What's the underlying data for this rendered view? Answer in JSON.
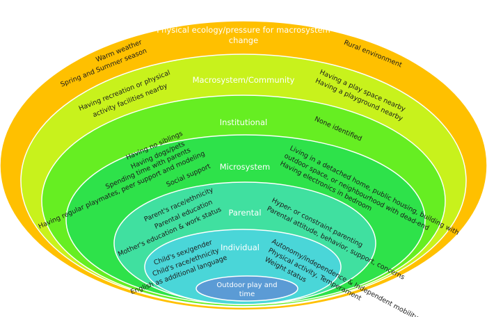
{
  "colors": {
    "physical": "#FFC000",
    "macrosystem": "#C8F21C",
    "institutional": "#66EE22",
    "microsystem": "#2EE24A",
    "parental": "#40E0A0",
    "individual": "#4AD6D8",
    "center": "#5B9BD5"
  },
  "layers": {
    "physical": {
      "title_line1": "Physical ecology/pressure for macrosystem",
      "title_line2": "change",
      "left": [
        "Warm weather",
        "Spring and Summer season"
      ],
      "right": [
        "Rural environment"
      ]
    },
    "macrosystem": {
      "title": "Macrosystem/Community",
      "left": [
        "Having recreation or physical",
        "activity facilities nearby"
      ],
      "right": [
        "Having a play space nearby",
        "Having a playground nearby"
      ]
    },
    "institutional": {
      "title": "Institutional",
      "right": [
        "None identified"
      ]
    },
    "microsystem": {
      "title": "Microsystem",
      "left": [
        "Having no siblings",
        "Having dogs/pets",
        "Spending time with parents",
        "Having regular playmates, peer support and modeling",
        "Social support"
      ],
      "right": [
        "Living in a detached home, public housing, building with",
        "outdoor space, or neighbourhood with dead-end",
        "Having electronics in bedroom"
      ]
    },
    "parental": {
      "title": "Parental",
      "left": [
        "Parent's race/ethnicity",
        "Parental education",
        "Mother's education & work status"
      ],
      "right": [
        "Hyper- or constraint parenting",
        "Parental attitude, behavior, support, concerns"
      ]
    },
    "individual": {
      "title": "Individual",
      "left": [
        "Child's sex/gender",
        "Child's race/ethnicity",
        "English as additional language"
      ],
      "right": [
        "Autonomy/independence & Independent mobility",
        "Physical activity, Temperament",
        "Weight status"
      ]
    },
    "center": {
      "line1": "Outdoor play and",
      "line2": "time"
    }
  }
}
